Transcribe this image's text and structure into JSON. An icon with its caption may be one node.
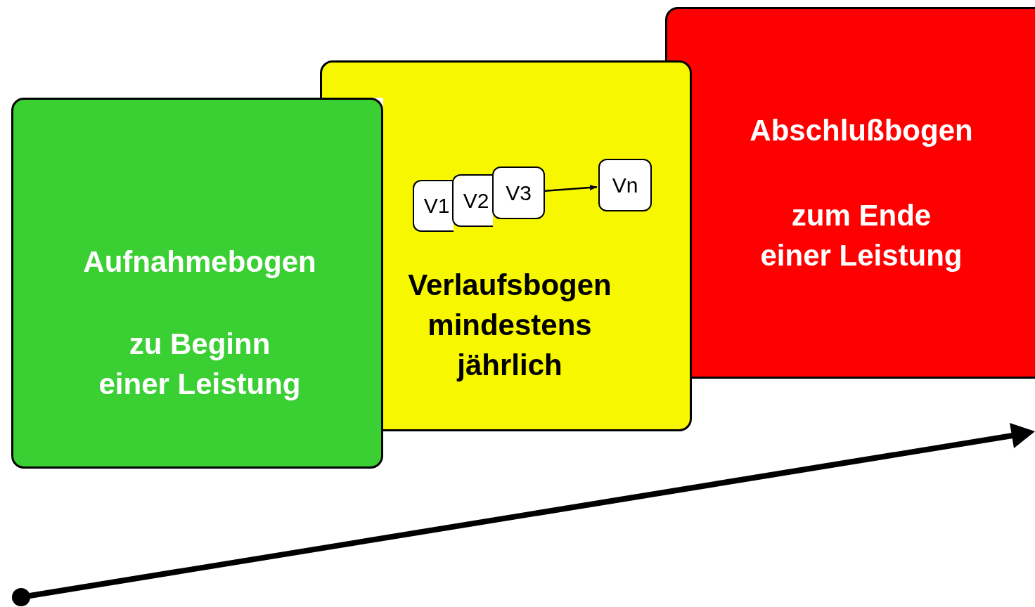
{
  "diagram": {
    "nodes": [
      {
        "text": [
          "Aufnahmebogen",
          "zu Beginn einer Leistung"
        ]
      },
      {
        "text": [
          "Verlaufsbogen mindestens jährlich"
        ]
      },
      {
        "text": [
          "V1"
        ],
        "in": 1
      },
      {
        "text": [
          "V2"
        ],
        "in": 1
      },
      {
        "text": [
          "V3"
        ],
        "in": 1
      },
      {
        "text": [
          "Vn"
        ],
        "in": 1
      },
      {
        "text": [
          "Abschlußbogen",
          "zum Ende einer Leistung"
        ]
      }
    ],
    "edges": [
      {
        "from": 4,
        "to": 5,
        "arrow": "to"
      }
    ]
  }
}
